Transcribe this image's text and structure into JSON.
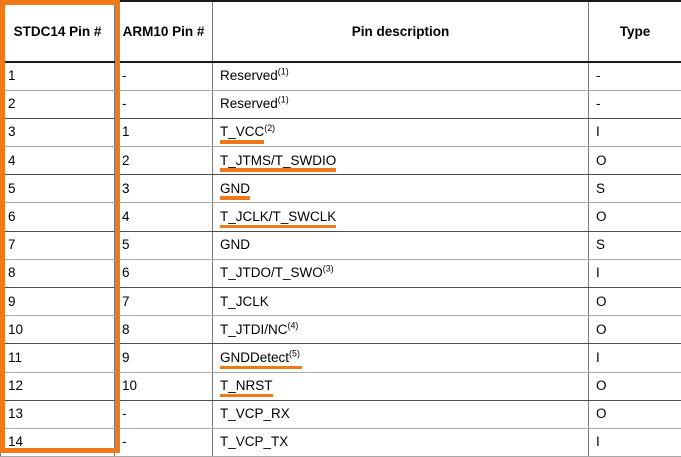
{
  "table": {
    "columns": [
      {
        "key": "stdc14",
        "label": "STDC14 Pin #"
      },
      {
        "key": "arm10",
        "label": "ARM10 Pin #"
      },
      {
        "key": "desc",
        "label": "Pin description"
      },
      {
        "key": "type",
        "label": "Type"
      }
    ],
    "highlight_color": "#F07818",
    "rows": [
      {
        "stdc14": "1",
        "arm10": "-",
        "desc": "Reserved",
        "note": "(1)",
        "underlined": false,
        "type": "-"
      },
      {
        "stdc14": "2",
        "arm10": "-",
        "desc": "Reserved",
        "note": "(1)",
        "underlined": false,
        "type": "-"
      },
      {
        "stdc14": "3",
        "arm10": "1",
        "desc": "T_VCC",
        "note": "(2)",
        "underlined": true,
        "underline_note": false,
        "type": "I"
      },
      {
        "stdc14": "4",
        "arm10": "2",
        "desc": "T_JTMS/T_SWDIO",
        "note": "",
        "underlined": true,
        "underline_note": false,
        "type": "O"
      },
      {
        "stdc14": "5",
        "arm10": "3",
        "desc": "GND",
        "note": "",
        "underlined": true,
        "underline_note": false,
        "type": "S"
      },
      {
        "stdc14": "6",
        "arm10": "4",
        "desc": "T_JCLK/T_SWCLK",
        "note": "",
        "underlined": true,
        "underline_note": false,
        "type": "O"
      },
      {
        "stdc14": "7",
        "arm10": "5",
        "desc": "GND",
        "note": "",
        "underlined": false,
        "type": "S"
      },
      {
        "stdc14": "8",
        "arm10": "6",
        "desc": "T_JTDO/T_SWO",
        "note": "(3)",
        "underlined": false,
        "type": "I"
      },
      {
        "stdc14": "9",
        "arm10": "7",
        "desc": "T_JCLK",
        "note": "",
        "underlined": false,
        "type": "O"
      },
      {
        "stdc14": "10",
        "arm10": "8",
        "desc": "T_JTDI/NC",
        "note": "(4)",
        "underlined": false,
        "type": "O"
      },
      {
        "stdc14": "11",
        "arm10": "9",
        "desc": "GNDDetect",
        "note": "(5)",
        "underlined": true,
        "underline_note": true,
        "type": "I"
      },
      {
        "stdc14": "12",
        "arm10": "10",
        "desc": "T_NRST",
        "note": "",
        "underlined": true,
        "underline_note": false,
        "type": "O"
      },
      {
        "stdc14": "13",
        "arm10": "-",
        "desc": "T_VCP_RX",
        "note": "",
        "underlined": false,
        "type": "O"
      },
      {
        "stdc14": "14",
        "arm10": "-",
        "desc": "T_VCP_TX",
        "note": "",
        "underlined": false,
        "type": "I"
      }
    ]
  }
}
